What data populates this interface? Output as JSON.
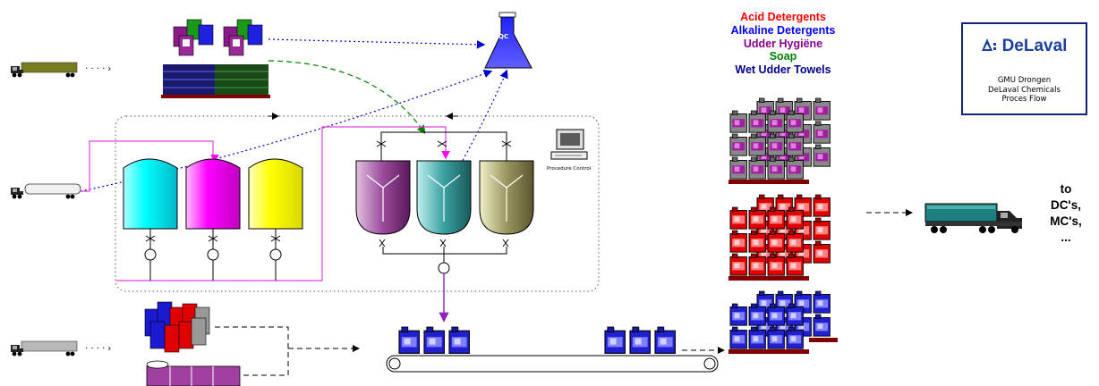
{
  "legend": {
    "items": [
      {
        "label": "Acid Detergents",
        "color": "#ff0000"
      },
      {
        "label": "Alkaline Detergents",
        "color": "#0000ff"
      },
      {
        "label": "Udder Hygiëne",
        "color": "#8b008b"
      },
      {
        "label": "Soap",
        "color": "#008000"
      },
      {
        "label": "Wet Udder Towels",
        "color": "#00008b"
      }
    ]
  },
  "brand": {
    "name": "DeLaval",
    "subtitle_lines": [
      "GMU Drongen",
      "DeLaval Chemicals",
      "Proces Flow"
    ],
    "color": "#1d3fa0"
  },
  "qc_label": "QC",
  "process_control_label": "Procedure Control",
  "destination_lines": [
    "to",
    "DC's,",
    "MC's,",
    "..."
  ],
  "colors": {
    "cyan_tank": "#00ffff",
    "magenta_tank": "#ff00ff",
    "yellow_tank": "#ffff00",
    "purple_mixer": "#7a2d7a",
    "teal_mixer": "#2e8b8b",
    "olive_mixer": "#8a8650",
    "pipe": "#e040e0",
    "truck_dest": "#1f7f7f"
  }
}
